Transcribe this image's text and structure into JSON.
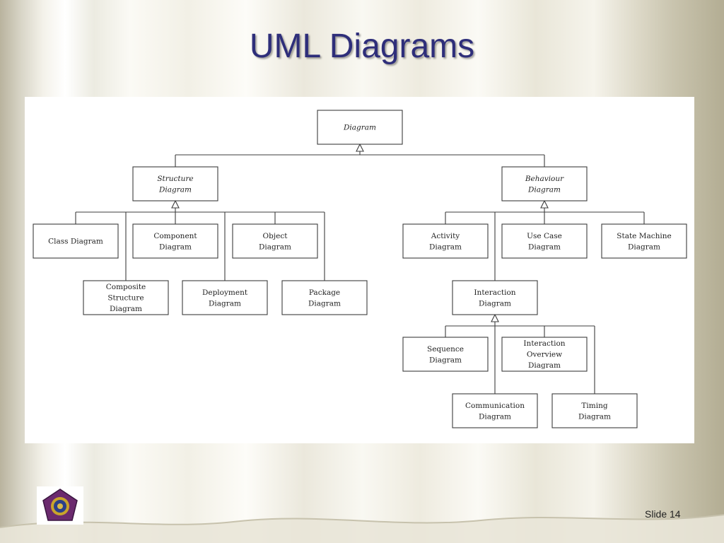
{
  "title": "UML Diagrams",
  "footer": {
    "slide_number": "Slide 14"
  },
  "diagram": {
    "nodes": [
      {
        "id": "diagram",
        "lines": [
          "Diagram"
        ],
        "abstract": true
      },
      {
        "id": "structure",
        "lines": [
          "Structure",
          "Diagram"
        ],
        "abstract": true
      },
      {
        "id": "behaviour",
        "lines": [
          "Behaviour",
          "Diagram"
        ],
        "abstract": true
      },
      {
        "id": "class",
        "lines": [
          "Class Diagram"
        ]
      },
      {
        "id": "component",
        "lines": [
          "Component",
          "Diagram"
        ]
      },
      {
        "id": "object",
        "lines": [
          "Object",
          "Diagram"
        ]
      },
      {
        "id": "composite",
        "lines": [
          "Composite",
          "Structure",
          "Diagram"
        ]
      },
      {
        "id": "deployment",
        "lines": [
          "Deployment",
          "Diagram"
        ]
      },
      {
        "id": "package",
        "lines": [
          "Package",
          "Diagram"
        ]
      },
      {
        "id": "activity",
        "lines": [
          "Activity",
          "Diagram"
        ]
      },
      {
        "id": "usecase",
        "lines": [
          "Use Case",
          "Diagram"
        ]
      },
      {
        "id": "statemachine",
        "lines": [
          "State Machine",
          "Diagram"
        ]
      },
      {
        "id": "interaction",
        "lines": [
          "Interaction",
          "Diagram"
        ]
      },
      {
        "id": "sequence",
        "lines": [
          "Sequence",
          "Diagram"
        ]
      },
      {
        "id": "interactionoverview",
        "lines": [
          "Interaction",
          "Overview",
          "Diagram"
        ]
      },
      {
        "id": "communication",
        "lines": [
          "Communication",
          "Diagram"
        ]
      },
      {
        "id": "timing",
        "lines": [
          "Timing",
          "Diagram"
        ]
      }
    ],
    "edges": [
      {
        "from": "structure",
        "to": "diagram"
      },
      {
        "from": "behaviour",
        "to": "diagram"
      },
      {
        "from": "class",
        "to": "structure"
      },
      {
        "from": "component",
        "to": "structure"
      },
      {
        "from": "object",
        "to": "structure"
      },
      {
        "from": "composite",
        "to": "structure"
      },
      {
        "from": "deployment",
        "to": "structure"
      },
      {
        "from": "package",
        "to": "structure"
      },
      {
        "from": "activity",
        "to": "behaviour"
      },
      {
        "from": "usecase",
        "to": "behaviour"
      },
      {
        "from": "statemachine",
        "to": "behaviour"
      },
      {
        "from": "interaction",
        "to": "behaviour"
      },
      {
        "from": "sequence",
        "to": "interaction"
      },
      {
        "from": "interactionoverview",
        "to": "interaction"
      },
      {
        "from": "communication",
        "to": "interaction"
      },
      {
        "from": "timing",
        "to": "interaction"
      }
    ]
  },
  "colors": {
    "title": "#2e2e7a",
    "box_stroke": "#3c3c3c"
  }
}
